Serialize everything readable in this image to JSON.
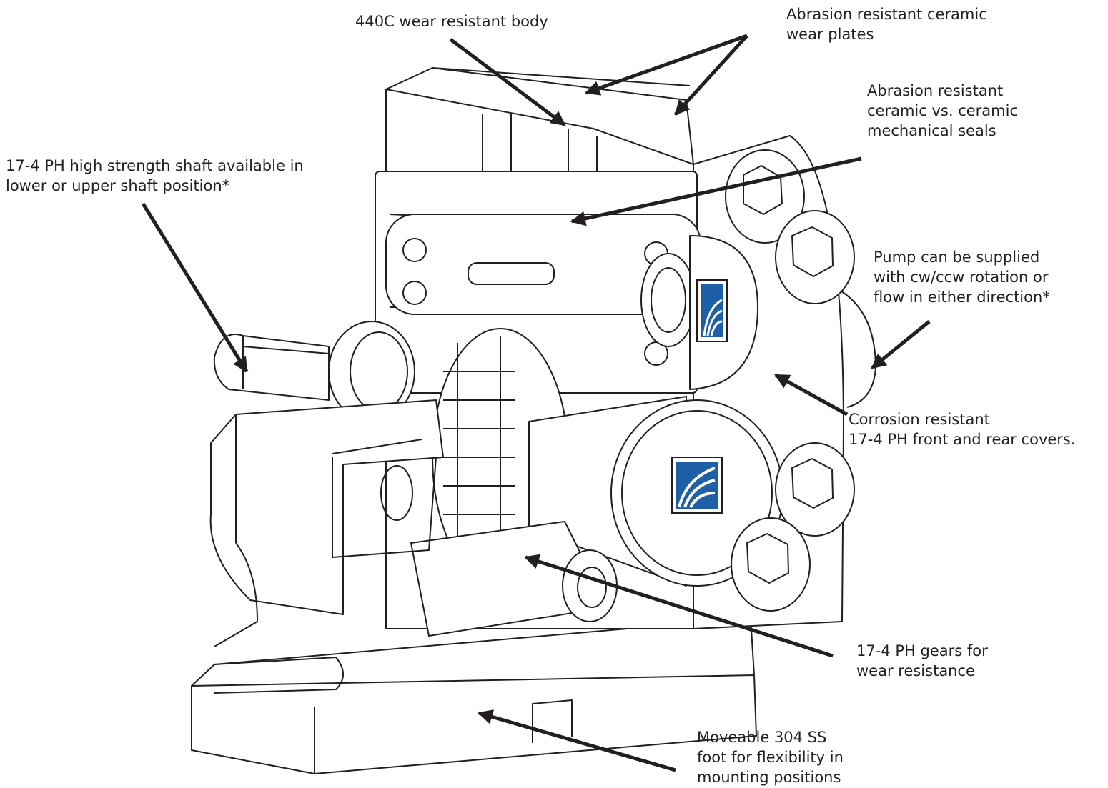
{
  "callouts": {
    "body": "440C wear resistant body",
    "plates": "Abrasion resistant ceramic\nwear plates",
    "seals": "Abrasion resistant\nceramic vs. ceramic\nmechanical seals",
    "shaft": "17-4 PH high strength shaft available in\nlower or upper shaft position*",
    "rotation": "Pump can be supplied\nwith cw/ccw rotation or\nflow in either direction*",
    "covers": "Corrosion resistant\n17-4 PH front and rear covers.",
    "gears": "17-4 PH gears for\nwear resistance",
    "foot": "Moveable 304 SS\nfoot for flexibility in\nmounting positions"
  },
  "colors": {
    "line": "#231f20",
    "logo_blue": "#1f5fa8",
    "background": "#ffffff"
  }
}
